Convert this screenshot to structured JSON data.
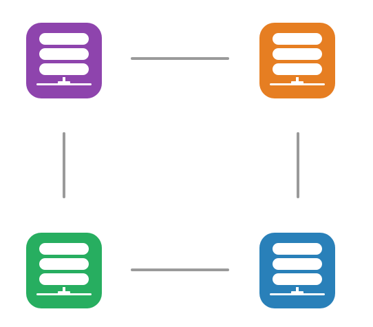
{
  "nodes": [
    {
      "id": "node-tl",
      "name": "purple",
      "color": "#8e44ad",
      "icon": "server-network-icon"
    },
    {
      "id": "node-tr",
      "name": "orange",
      "color": "#e67e22",
      "icon": "server-network-icon"
    },
    {
      "id": "node-bl",
      "name": "green",
      "color": "#27ae60",
      "icon": "server-network-icon"
    },
    {
      "id": "node-br",
      "name": "blue",
      "color": "#2980b9",
      "icon": "server-network-icon"
    }
  ],
  "links": [
    {
      "id": "link-top",
      "from": "purple",
      "to": "orange"
    },
    {
      "id": "link-right",
      "from": "orange",
      "to": "blue"
    },
    {
      "id": "link-bottom",
      "from": "green",
      "to": "blue"
    },
    {
      "id": "link-left",
      "from": "purple",
      "to": "green"
    }
  ],
  "link_color": "#9a9a9a"
}
